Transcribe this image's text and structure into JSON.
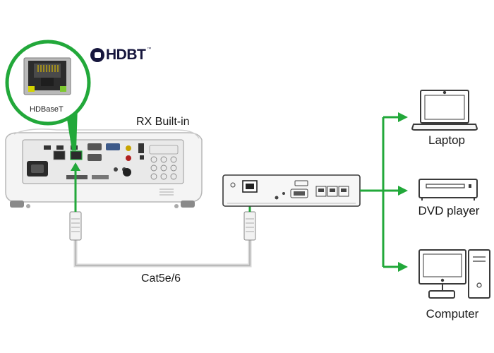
{
  "labels": {
    "rx_builtin": "RX Built-in",
    "cable": "Cat5e/6",
    "hdbaset_port": "HDBaseT",
    "logo": "HDBT",
    "logo_tm": "™"
  },
  "devices": [
    {
      "id": "laptop",
      "label": "Laptop",
      "icon": "laptop-icon"
    },
    {
      "id": "dvd",
      "label": "DVD player",
      "icon": "dvd-player-icon"
    },
    {
      "id": "computer",
      "label": "Computer",
      "icon": "desktop-computer-icon"
    }
  ],
  "colors": {
    "accent_green": "#22a83a",
    "device_outline": "#3a3a3a",
    "cable_gray": "#a8a8a8",
    "logo_navy": "#16163d"
  }
}
